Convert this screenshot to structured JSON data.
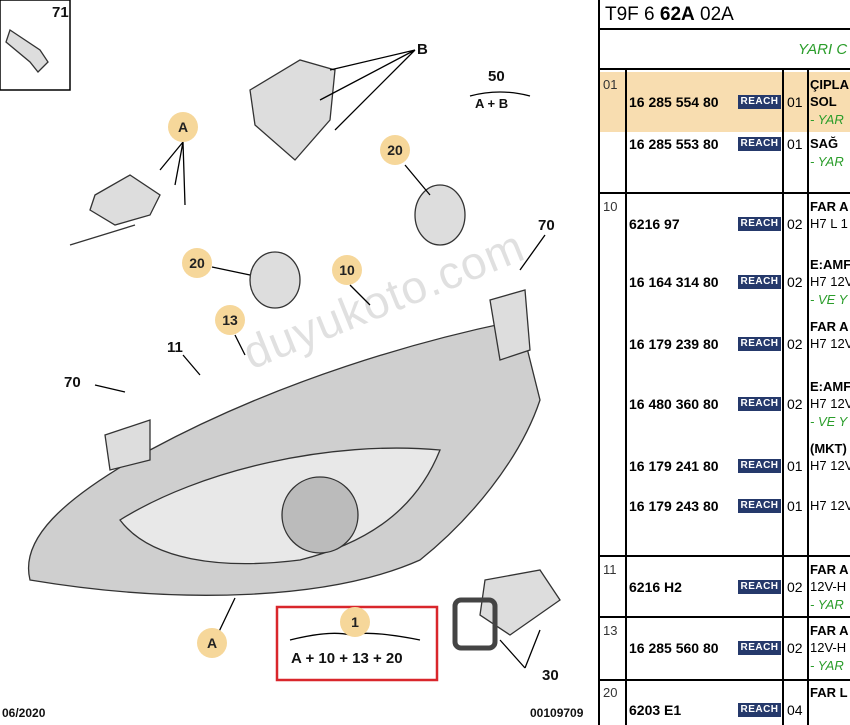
{
  "diagram": {
    "callouts": [
      "A",
      "20",
      "20",
      "10",
      "13",
      "1",
      "A"
    ],
    "labels": {
      "p71": "71",
      "pB": "B",
      "p50": "50",
      "p50sub": "A + B",
      "p70a": "70",
      "p11": "11",
      "p70b": "70",
      "p30": "30"
    },
    "kit_formula": "A + 10 + 13 + 20",
    "footer_date": "06/2020",
    "footer_ref": "00109709",
    "watermark": "duyukoto.com",
    "highlight_color": "#f6d79a",
    "box_color": "#d9262b"
  },
  "table": {
    "title_prefix": "T9F 6 ",
    "title_bold": "62A",
    "title_suffix": " 02A",
    "subheader": "YARI C",
    "reach": "REACH",
    "rows": [
      {
        "grp": "01",
        "pn": "16 285 554 80",
        "qty": "01",
        "d1": "ÇIPLA",
        "d2": "SOL",
        "d3": "- YAR"
      },
      {
        "pn": "16 285 553 80",
        "qty": "01",
        "d2": "SAĞ",
        "d3": "- YAR"
      },
      {
        "grp": "10",
        "pn": "6216 97",
        "qty": "02",
        "d1": "FAR A",
        "d2": "H7 L 1"
      },
      {
        "pn": "16 164 314 80",
        "qty": "02",
        "d1": "E:AMF",
        "d2": "H7 12V",
        "d3": "- VE Y"
      },
      {
        "pn": "16 179 239 80",
        "qty": "02",
        "d1": "FAR A",
        "d2": "H7 12V"
      },
      {
        "pn": "16 480 360 80",
        "qty": "02",
        "d1": "E:AMF",
        "d2": "H7 12V",
        "d3": "- VE Y"
      },
      {
        "pn": "16 179 241 80",
        "qty": "01",
        "d1": "(MKT)",
        "d2": "H7 12V"
      },
      {
        "pn": "16 179 243 80",
        "qty": "01",
        "d2": "H7 12V"
      },
      {
        "grp": "11",
        "pn": "6216 H2",
        "qty": "02",
        "d1": "FAR A",
        "d2": "12V-H",
        "d3": "- YAR"
      },
      {
        "grp": "13",
        "pn": "16 285 560 80",
        "qty": "02",
        "d1": "FAR A",
        "d2": "12V-H",
        "d3": "- YAR"
      },
      {
        "grp": "20",
        "pn": "6203 E1",
        "qty": "04",
        "d1": "FAR L"
      }
    ]
  }
}
